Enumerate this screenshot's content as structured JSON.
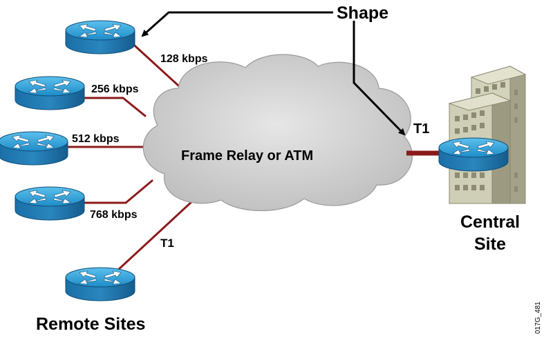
{
  "cloud": {
    "label": "Frame Relay or ATM"
  },
  "shape": {
    "label": "Shape"
  },
  "links": [
    {
      "id": "r1",
      "speed": "128 kbps"
    },
    {
      "id": "r2",
      "speed": "256 kbps"
    },
    {
      "id": "r3",
      "speed": "512 kbps"
    },
    {
      "id": "r4",
      "speed": "768 kbps"
    },
    {
      "id": "r5",
      "speed": "T1"
    }
  ],
  "central": {
    "link": "T1",
    "label_line1": "Central",
    "label_line2": "Site"
  },
  "remote": {
    "label": "Remote Sites"
  },
  "figure_id": "017G_481",
  "colors": {
    "link": "#8B1A1A",
    "router_top": "#2E9FD6",
    "router_side": "#1B6FA8",
    "cloud": "#D5D5D5",
    "building_front": "#C9C8B0",
    "building_side": "#9E9C82"
  }
}
